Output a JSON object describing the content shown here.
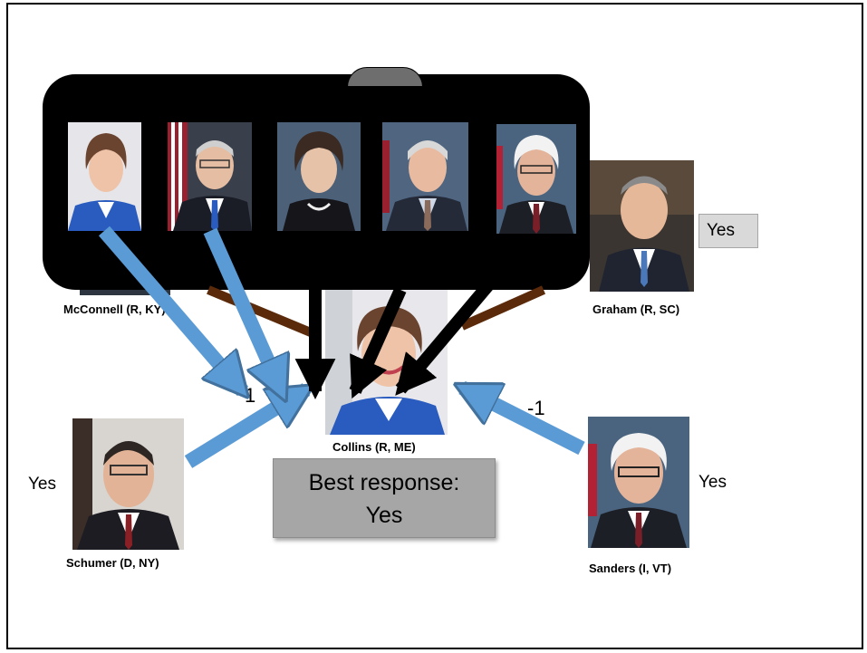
{
  "nodes": {
    "mcconnell": {
      "name": "McConnell (R, KY)"
    },
    "graham": {
      "name": "Graham (R, SC)"
    },
    "collins": {
      "name": "Collins (R, ME)"
    },
    "schumer": {
      "name": "Schumer (D, NY)"
    },
    "sanders": {
      "name": "Sanders (I, VT)"
    }
  },
  "votes": {
    "graham_vote": "Yes",
    "schumer_vote": "Yes",
    "sanders_vote": "Yes"
  },
  "best_response": {
    "line1": "Best response:",
    "line2": "Yes"
  },
  "weights": {
    "schumer_edge": "1",
    "sanders_edge": "-1"
  },
  "colors": {
    "arrow_blue": "#5b9bd5",
    "arrow_black": "#000000",
    "arrow_brown": "#7f3f00",
    "panel": "#000000"
  },
  "icons": [
    "senator-photo-collins",
    "senator-photo-mcconnell",
    "senator-photo-feinstein",
    "senator-photo-king",
    "senator-photo-sanders",
    "senator-photo-graham",
    "senator-photo-schumer"
  ]
}
